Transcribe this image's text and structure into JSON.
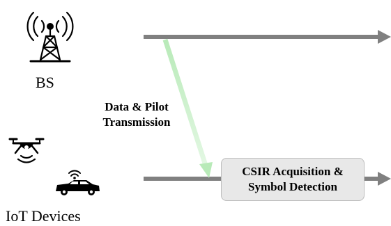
{
  "nodes": {
    "base_station": {
      "label": "BS",
      "icon": "cell-tower-icon"
    },
    "iot_devices": {
      "label": "IoT Devices",
      "icons": [
        "drone-icon",
        "connected-car-icon"
      ]
    }
  },
  "edges": {
    "transmission": {
      "label_line1": "Data & Pilot",
      "label_line2": "Transmission"
    }
  },
  "process": {
    "line1": "CSIR Acquisition &",
    "line2": "Symbol Detection"
  },
  "colors": {
    "timeline": "#808080",
    "transmission_arrow": "#c6efc6",
    "process_fill": "#e8e8e8",
    "process_border": "#bdbdbd"
  }
}
